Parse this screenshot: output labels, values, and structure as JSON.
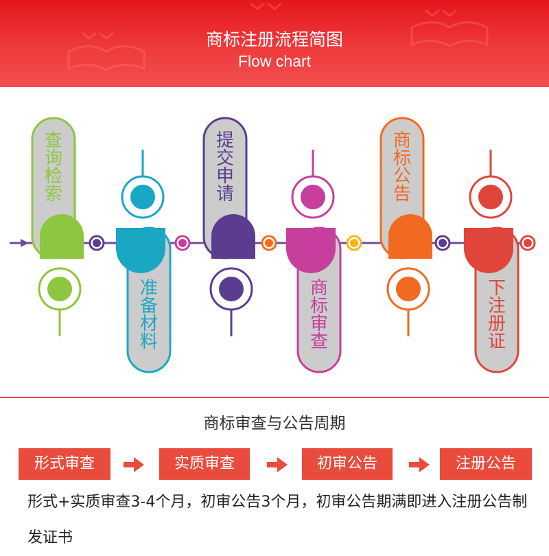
{
  "header": {
    "title": "商标注册流程简图",
    "subtitle": "Flow chart",
    "background_color": "#e8161d"
  },
  "flow": {
    "line_color": "#6a4c9c",
    "nodes": [
      {
        "label": "查询检索",
        "color": "#8dc63f",
        "position": "top"
      },
      {
        "label": "准备材料",
        "color": "#1aa7c4",
        "position": "bottom"
      },
      {
        "label": "提交申请",
        "color": "#5a3d8f",
        "position": "top"
      },
      {
        "label": "商标审查",
        "color": "#c83e9d",
        "position": "bottom"
      },
      {
        "label": "商标公告",
        "color": "#f26a22",
        "position": "top"
      },
      {
        "label": "下注册证",
        "color": "#e0453b",
        "position": "bottom"
      }
    ],
    "connector_colors": [
      "#5a3d8f",
      "#c83e9d",
      "#f26a22",
      "#f7b418",
      "#5a3d8f",
      "#e0453b"
    ]
  },
  "period": {
    "title": "商标审查与公告周期",
    "steps": [
      "形式审查",
      "实质审查",
      "初审公告",
      "注册公告"
    ],
    "step_color": "#e94b3c",
    "arrow_color": "#e94b3c",
    "note": "形式+实质审查3-4个月，初审公告3个月，初审公告期满即进入注册公告制发证书"
  }
}
